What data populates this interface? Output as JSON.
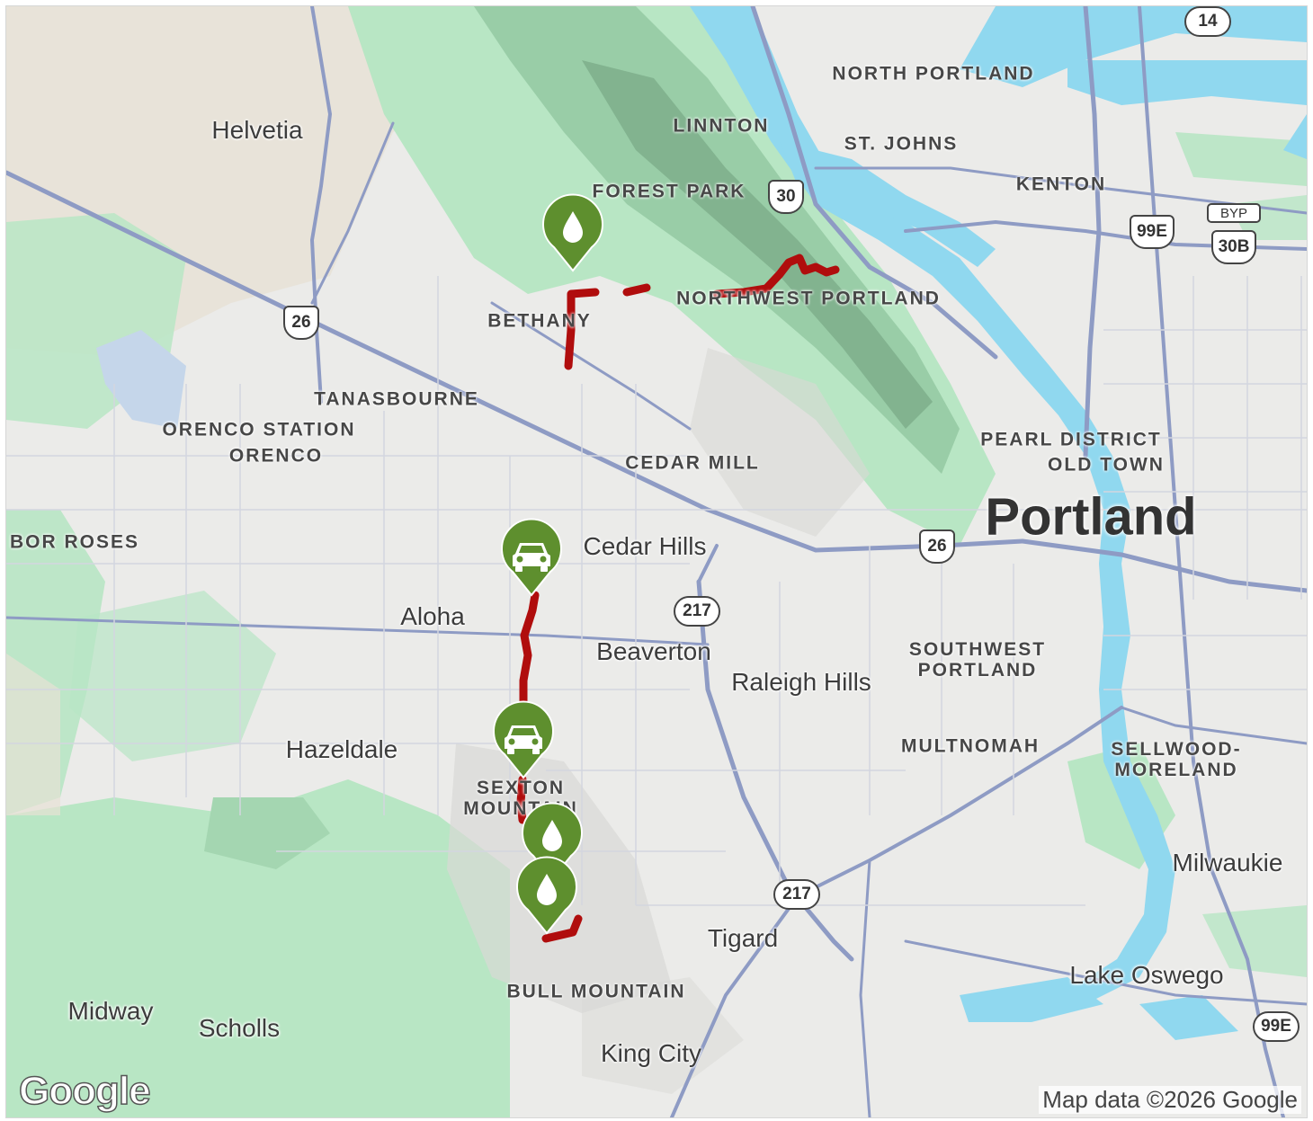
{
  "map": {
    "attribution": "Map data ©2026 Google",
    "logo_text": "Google",
    "colors": {
      "land": "#ebebe9",
      "park": "#b8e6c4",
      "forest_dark": "#7fb58e",
      "water": "#90d8ef",
      "road": "#8e9bc4",
      "trail": "#b00d0d",
      "marker": "#5e8f2e"
    },
    "places": [
      {
        "name": "Helvetia"
      },
      {
        "name": "Cedar Hills"
      },
      {
        "name": "Aloha"
      },
      {
        "name": "Beaverton"
      },
      {
        "name": "Raleigh Hills"
      },
      {
        "name": "Hazeldale"
      },
      {
        "name": "Tigard"
      },
      {
        "name": "Milwaukie"
      },
      {
        "name": "Lake Oswego"
      },
      {
        "name": "King City"
      },
      {
        "name": "Midway"
      },
      {
        "name": "Scholls"
      }
    ],
    "city": "Portland",
    "neighborhoods": [
      {
        "name": "NORTH PORTLAND"
      },
      {
        "name": "LINNTON"
      },
      {
        "name": "ST. JOHNS"
      },
      {
        "name": "KENTON"
      },
      {
        "name": "FOREST PARK"
      },
      {
        "name": "BETHANY"
      },
      {
        "name": "NORTHWEST PORTLAND"
      },
      {
        "name": "TANASBOURNE"
      },
      {
        "name": "ORENCO STATION"
      },
      {
        "name": "ORENCO"
      },
      {
        "name": "CEDAR MILL"
      },
      {
        "name": "PEARL DISTRICT"
      },
      {
        "name": "OLD TOWN"
      },
      {
        "name": "BOR ROSES"
      },
      {
        "name": "SOUTHWEST PORTLAND"
      },
      {
        "name": "MULTNOMAH"
      },
      {
        "name": "SELLWOOD-MORELAND"
      },
      {
        "name": "SEXTON MOUNTAIN"
      },
      {
        "name": "BULL MOUNTAIN"
      }
    ],
    "shields": [
      {
        "label": "14"
      },
      {
        "label": "30"
      },
      {
        "label": "99E"
      },
      {
        "label": "BYP"
      },
      {
        "label": "30B"
      },
      {
        "label": "26"
      },
      {
        "label": "26"
      },
      {
        "label": "217"
      },
      {
        "label": "217"
      },
      {
        "label": "99E"
      }
    ],
    "markers": [
      {
        "type": "water",
        "icon": "water-drop-icon"
      },
      {
        "type": "parking",
        "icon": "car-icon"
      },
      {
        "type": "parking",
        "icon": "car-icon"
      },
      {
        "type": "water",
        "icon": "water-drop-icon"
      },
      {
        "type": "water",
        "icon": "water-drop-icon"
      }
    ]
  }
}
